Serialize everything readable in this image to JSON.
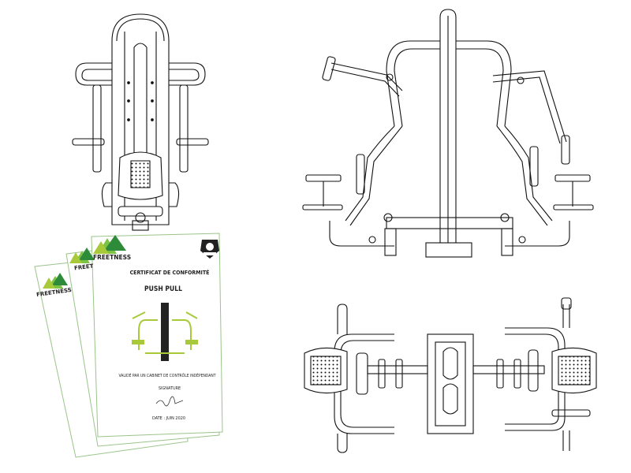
{
  "colors": {
    "line": "#111111",
    "brand_green": "#7cc243",
    "brand_dark_green": "#2e8b3a",
    "machine_green": "#a8c93a",
    "paper_border": "#9ac48a"
  },
  "certificate": {
    "brand": "FREETNESS",
    "brand_partial": "FREET",
    "title": "CERTIFICAT DE CONFORMITÉ",
    "product": "PUSH PULL",
    "validation": "VALIDÉ PAR UN CABINET DE CONTRÔLE INDÉPENDANT",
    "signature_label": "SIGNATURE",
    "date": "DATE : JUIN 2020"
  },
  "icons": {
    "brand_logo": "freetness-tree-logo",
    "badge": "gorilla-badge-icon",
    "signature": "handwritten-signature"
  }
}
